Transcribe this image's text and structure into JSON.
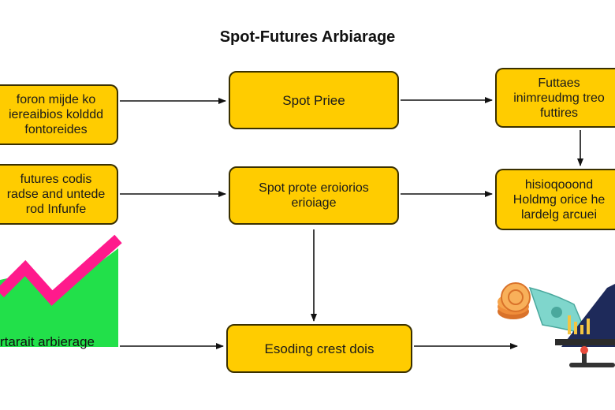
{
  "title": "Spot-Futures Arbiarage",
  "boxes": {
    "b1": [
      "foron mijde ko",
      "iereaibios kolddd",
      "fontoreides"
    ],
    "b2": [
      "futures codis",
      "radse and untede",
      "rod Infunfe"
    ],
    "b3": [
      "Spot Priee"
    ],
    "b4": [
      "Spot prote eroiorios",
      "erioiage"
    ],
    "b5": [
      "Futtaes",
      "inimreudmg treo",
      "futtires"
    ],
    "b6": [
      "hisioqooond",
      "Holdmg orice he",
      "lardelg arcuei"
    ],
    "b7": [
      "Esoding crest dois"
    ]
  },
  "caption": "rtarait arbierage",
  "colors": {
    "box_fill": "#ffcc00",
    "box_border": "#3a3000",
    "chart_green": "#22e04a",
    "chart_pink": "#ff1a8c",
    "arrow": "#111111"
  },
  "icons": [
    "coins-icon",
    "money-bill-icon",
    "monitor-chart-icon"
  ]
}
